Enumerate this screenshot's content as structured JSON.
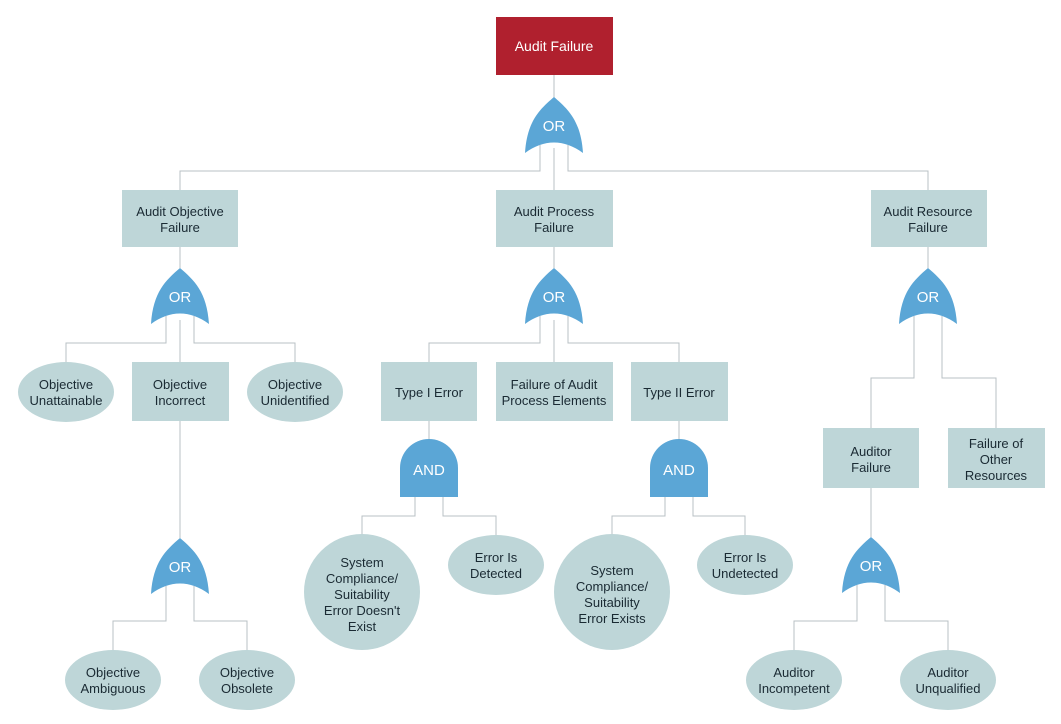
{
  "top_event": {
    "label": "Audit Failure",
    "color": "#b0202e"
  },
  "colors": {
    "event_fill": "#bed6d8",
    "gate_fill": "#5ba6d6",
    "connector": "#b9c0c4"
  },
  "gates": {
    "g_top": "OR",
    "g_objective": "OR",
    "g_process": "OR",
    "g_resource": "OR",
    "g_incorrect": "OR",
    "g_type1": "AND",
    "g_type2": "AND",
    "g_auditor": "OR"
  },
  "events": {
    "objective_failure": [
      "Audit Objective",
      "Failure"
    ],
    "process_failure": [
      "Audit Process",
      "Failure"
    ],
    "resource_failure": [
      "Audit Resource",
      "Failure"
    ],
    "objective_unattainable": [
      "Objective",
      "Unattainable"
    ],
    "objective_incorrect": [
      "Objective",
      "Incorrect"
    ],
    "objective_unidentified": [
      "Objective",
      "Unidentified"
    ],
    "type1_error": [
      "Type I Error"
    ],
    "process_elements_failure": [
      "Failure of Audit",
      "Process Elements"
    ],
    "type2_error": [
      "Type II Error"
    ],
    "auditor_failure": [
      "Auditor",
      "Failure"
    ],
    "other_resources_failure": [
      "Failure of",
      "Other",
      "Resources"
    ],
    "objective_ambiguous": [
      "Objective",
      "Ambiguous"
    ],
    "objective_obsolete": [
      "Objective",
      "Obsolete"
    ],
    "compliance_error_not_exist": [
      "System",
      "Compliance/",
      "Suitability",
      "Error Doesn't",
      "Exist"
    ],
    "error_detected": [
      "Error Is",
      "Detected"
    ],
    "compliance_error_exists": [
      "System",
      "Compliance/",
      "Suitability",
      "Error Exists"
    ],
    "error_undetected": [
      "Error Is",
      "Undetected"
    ],
    "auditor_incompetent": [
      "Auditor",
      "Incompetent"
    ],
    "auditor_unqualified": [
      "Auditor",
      "Unqualified"
    ]
  }
}
